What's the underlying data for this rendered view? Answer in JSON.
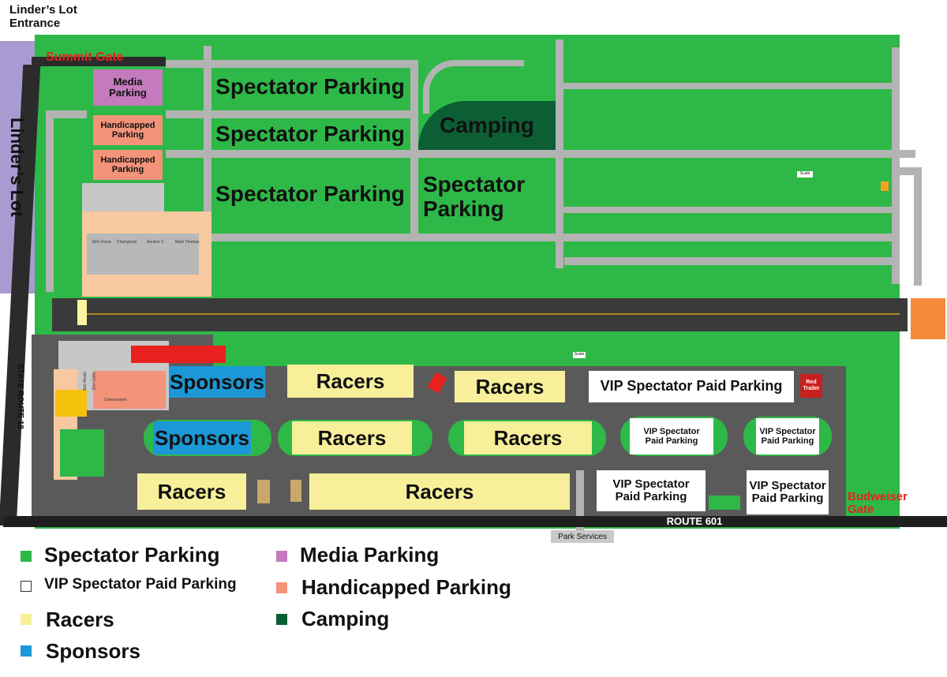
{
  "colors": {
    "grass": "#2eb847",
    "road": "#b3b3b3",
    "asphalt": "#5a5a5a",
    "strip": "#3a3a3a",
    "racers": "#f7ef9a",
    "sponsors": "#1c98d6",
    "media": "#c47abd",
    "handicapped": "#f2937a",
    "camping": "#0c5e34",
    "vip": "#ffffff",
    "lindersLot": "#a99bd1",
    "gateRed": "#e8211e",
    "peach": "#f8c9a0",
    "orange": "#f58a3c",
    "yellow": "#f4c20d"
  },
  "labels": {
    "linders_lot_entrance": "Linder’s Lot Entrance",
    "linders_lot": "Linder’s Lot",
    "summit_gate": "Summit Gate",
    "media_parking": "Media Parking",
    "handicapped_parking_1": "Handicapped Parking",
    "handicapped_parking_2": "Handicapped Parking",
    "spectator_parking_1": "Spectator Parking",
    "spectator_parking_2": "Spectator Parking",
    "spectator_parking_3": "Spectator Parking",
    "spectator_parking_4": "Spectator Parking",
    "camping": "Camping",
    "scale_1": "Scale",
    "scale_2": "Scale",
    "state_route_18": "STATE ROUTE 18",
    "sponsors_1": "Sponsors",
    "sponsors_2": "Sponsors",
    "racers_1": "Racers",
    "racers_2": "Racers",
    "racers_3": "Racers",
    "racers_4": "Racers",
    "racers_5": "Racers",
    "racers_6": "Racers",
    "vip_1": "VIP Spectator Paid Parking",
    "vip_2": "VIP Spectator Paid Parking",
    "vip_3": "VIP Spectator Paid Parking",
    "vip_4": "VIP Spectator Paid Parking",
    "vip_5": "VIP Spectator Paid Parking",
    "red_trailer": "Red Trailer",
    "budweiser_gate": "Budweiser Gate",
    "route_601": "ROUTE 601",
    "park_services": "Park Services",
    "john_force": "John Force",
    "champions": "Champions",
    "section_3": "Section 3",
    "mark_thomas": "Mark Thomas",
    "bob_moatz": "Bob Moatz",
    "don_gabs": "Don Gabs",
    "concessions": "Concessions"
  },
  "legend": [
    {
      "label": "Spectator Parking",
      "color": "#2eb847"
    },
    {
      "label": "VIP Spectator Paid Parking",
      "color": "#ffffff"
    },
    {
      "label": "Racers",
      "color": "#f7ef9a"
    },
    {
      "label": "Sponsors",
      "color": "#1c98d6"
    },
    {
      "label": "Media Parking",
      "color": "#c47abd"
    },
    {
      "label": "Handicapped Parking",
      "color": "#f2937a"
    },
    {
      "label": "Camping",
      "color": "#0c5e34"
    }
  ]
}
